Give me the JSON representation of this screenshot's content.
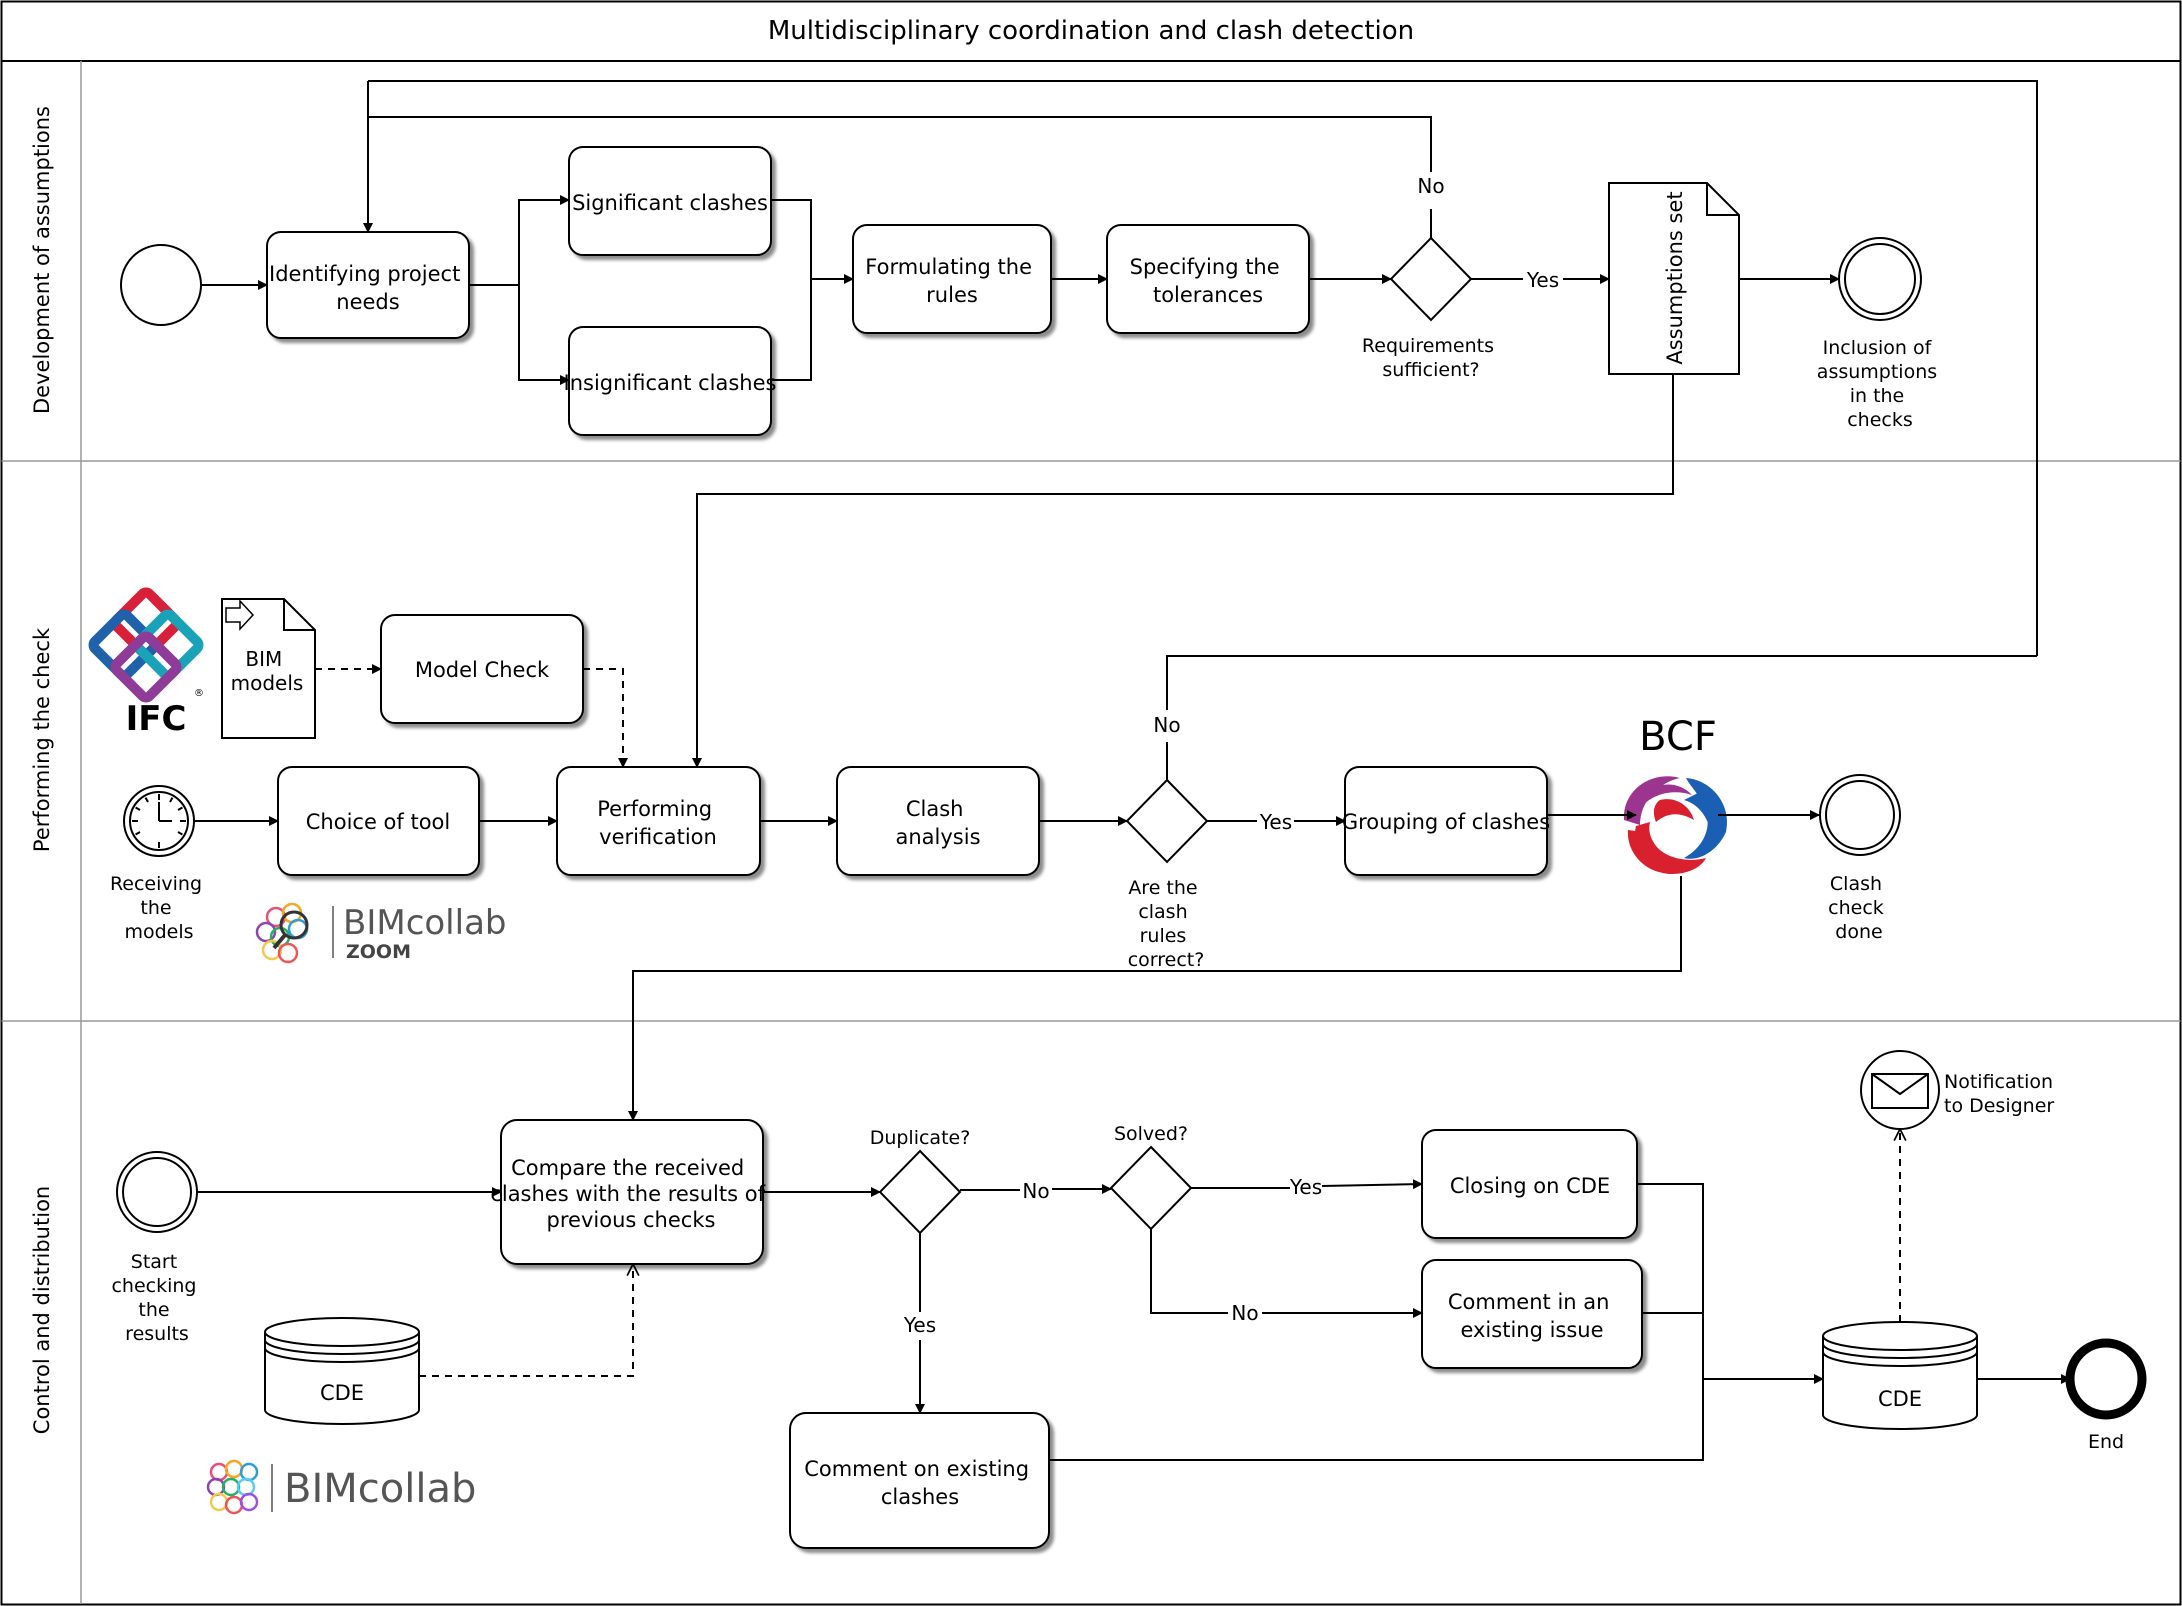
{
  "title": "Multidisciplinary coordination and clash detection",
  "lanes": [
    {
      "label": "Development of assumptions"
    },
    {
      "label": "Performing the check"
    },
    {
      "label": "Control and distribution"
    }
  ],
  "lane1": {
    "identifying": [
      "Identifying project",
      "needs"
    ],
    "significant": [
      "Significant clashes"
    ],
    "insignificant": [
      "Insignificant clashes"
    ],
    "formulating": [
      "Formulating the",
      "rules"
    ],
    "specifying": [
      "Specifying the",
      "tolerances"
    ],
    "gateway_label": [
      "Requirements",
      "sufficient?"
    ],
    "no": "No",
    "yes": "Yes",
    "document": "Assumptions set",
    "end_label": [
      "Inclusion of",
      "assumptions",
      "in the",
      "checks"
    ]
  },
  "lane2": {
    "ifc_logo": "IFC",
    "ifc_registered": "®",
    "bim_models": [
      "BIM",
      "models"
    ],
    "model_check": [
      "Model Check"
    ],
    "timer_label": [
      "Receiving",
      "the",
      "models"
    ],
    "choice_of_tool": [
      "Choice of tool"
    ],
    "performing": [
      "Performing",
      "verification"
    ],
    "clash_analysis": [
      "Clash",
      "analysis"
    ],
    "gateway_label": [
      "Are the",
      "clash",
      "rules",
      "correct?"
    ],
    "no": "No",
    "yes": "Yes",
    "grouping": [
      "Grouping of clashes"
    ],
    "bcf": "BCF",
    "end_label": [
      "Clash",
      "check",
      "done"
    ],
    "bimcollab_zoom": "BIMcollab",
    "zoom": "ZOOM"
  },
  "lane3": {
    "start_label": [
      "Start",
      "checking",
      "the",
      "results"
    ],
    "compare": [
      "Compare the received",
      "clashes with the results of",
      "previous checks"
    ],
    "cde_left": "CDE",
    "duplicate": "Duplicate?",
    "no1": "No",
    "yes_dup": "Yes",
    "solved": "Solved?",
    "yes_solved": "Yes",
    "no2": "No",
    "closing": [
      "Closing on CDE"
    ],
    "comment_issue": [
      "Comment in an",
      "existing issue"
    ],
    "comment_clashes": [
      "Comment on existing",
      "clashes"
    ],
    "cde_right": "CDE",
    "notification": [
      "Notification",
      "to Designer"
    ],
    "end_label": [
      "End"
    ],
    "bimcollab": "BIMcollab"
  },
  "colors": {
    "ifc_blue": "#1f62a9",
    "ifc_red": "#d8203a",
    "ifc_purple": "#8e3c97",
    "ifc_cyan": "#1aa3b8",
    "bcf_red": "#d8202e",
    "bcf_blue": "#1a5fb4",
    "bcf_purple": "#9c3590",
    "lane_line": "#999999"
  }
}
